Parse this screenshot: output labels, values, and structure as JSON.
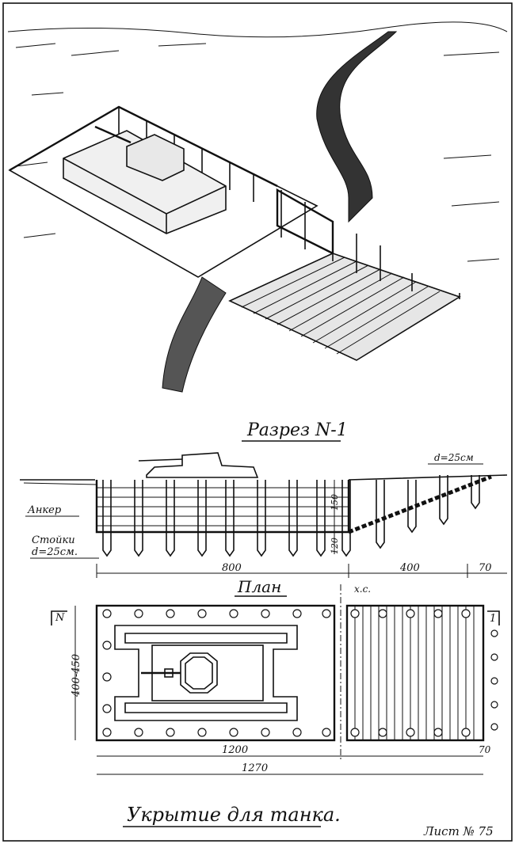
{
  "section_title": "Разрез N-1",
  "plan_title": "План",
  "caption": "Укрытие для танка.",
  "sheet_number": "Лист № 75",
  "section": {
    "label_anchor": "Анкер",
    "label_posts": "Стойки",
    "label_posts_diameter": "d=25см.",
    "label_log_diameter": "d=25см",
    "dim_depth": "150",
    "dim_post_below": "120",
    "dim_length": "800",
    "dim_ramp": "400",
    "dim_edge": "70"
  },
  "plan": {
    "north_label": "N",
    "section_mark": "1",
    "axis_label": "х.с.",
    "dim_width": "400-450",
    "dim_inner": "1200",
    "dim_total": "1270",
    "dim_edge": "70"
  },
  "ink_color": "#111111",
  "paper_color": "#ffffff"
}
